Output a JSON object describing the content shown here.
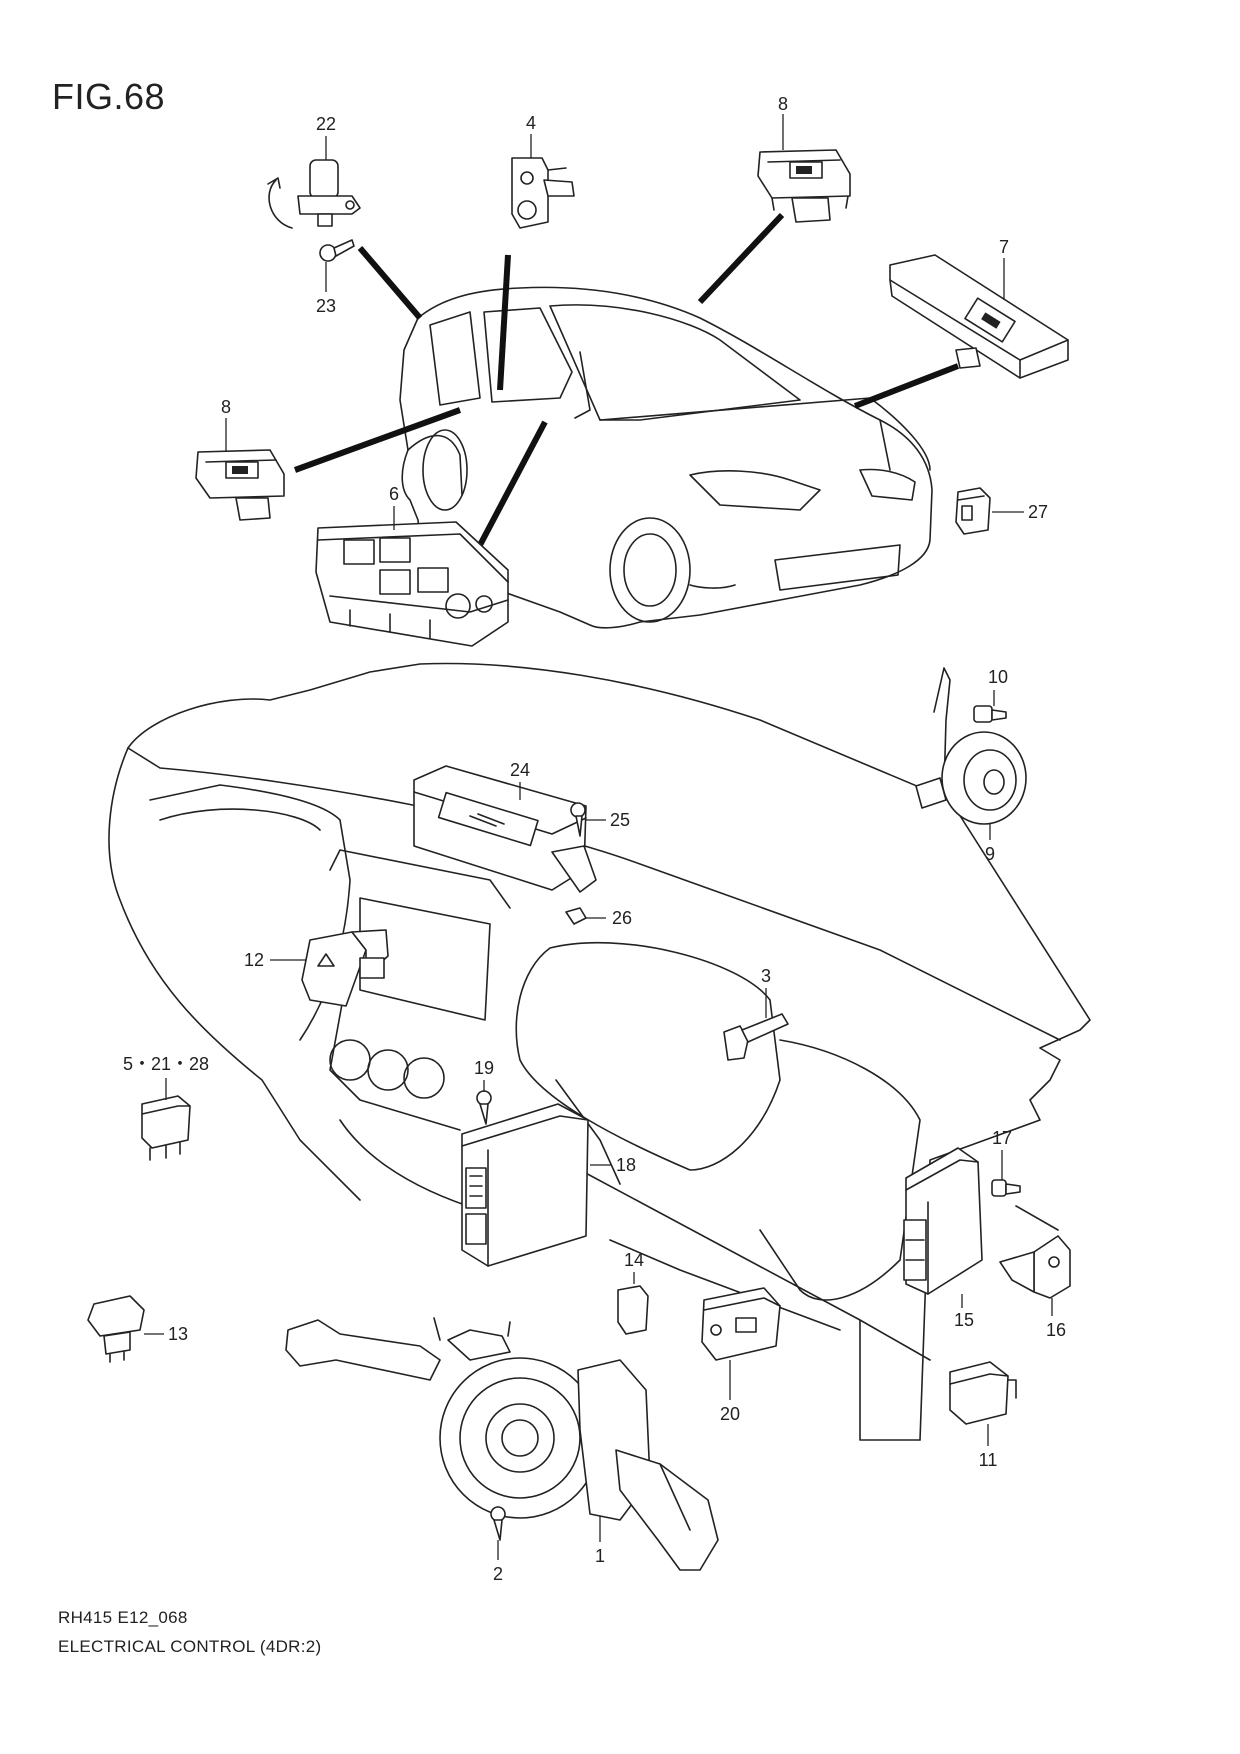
{
  "figure": {
    "title": "FIG.68",
    "code": "RH415 E12_068",
    "description": "ELECTRICAL CONTROL (4DR:2)"
  },
  "callouts": [
    {
      "id": "c1",
      "label": "1"
    },
    {
      "id": "c2",
      "label": "2"
    },
    {
      "id": "c3",
      "label": "3"
    },
    {
      "id": "c4",
      "label": "4"
    },
    {
      "id": "c5",
      "label": "5・21・28"
    },
    {
      "id": "c6",
      "label": "6"
    },
    {
      "id": "c7",
      "label": "7"
    },
    {
      "id": "c8a",
      "label": "8"
    },
    {
      "id": "c8b",
      "label": "8"
    },
    {
      "id": "c9",
      "label": "9"
    },
    {
      "id": "c10",
      "label": "10"
    },
    {
      "id": "c11",
      "label": "11"
    },
    {
      "id": "c12",
      "label": "12"
    },
    {
      "id": "c13",
      "label": "13"
    },
    {
      "id": "c14",
      "label": "14"
    },
    {
      "id": "c15",
      "label": "15"
    },
    {
      "id": "c16",
      "label": "16"
    },
    {
      "id": "c17",
      "label": "17"
    },
    {
      "id": "c18",
      "label": "18"
    },
    {
      "id": "c19",
      "label": "19"
    },
    {
      "id": "c20",
      "label": "20"
    },
    {
      "id": "c22",
      "label": "22"
    },
    {
      "id": "c23",
      "label": "23"
    },
    {
      "id": "c24",
      "label": "24"
    },
    {
      "id": "c25",
      "label": "25"
    },
    {
      "id": "c26",
      "label": "26"
    },
    {
      "id": "c27",
      "label": "27"
    }
  ]
}
